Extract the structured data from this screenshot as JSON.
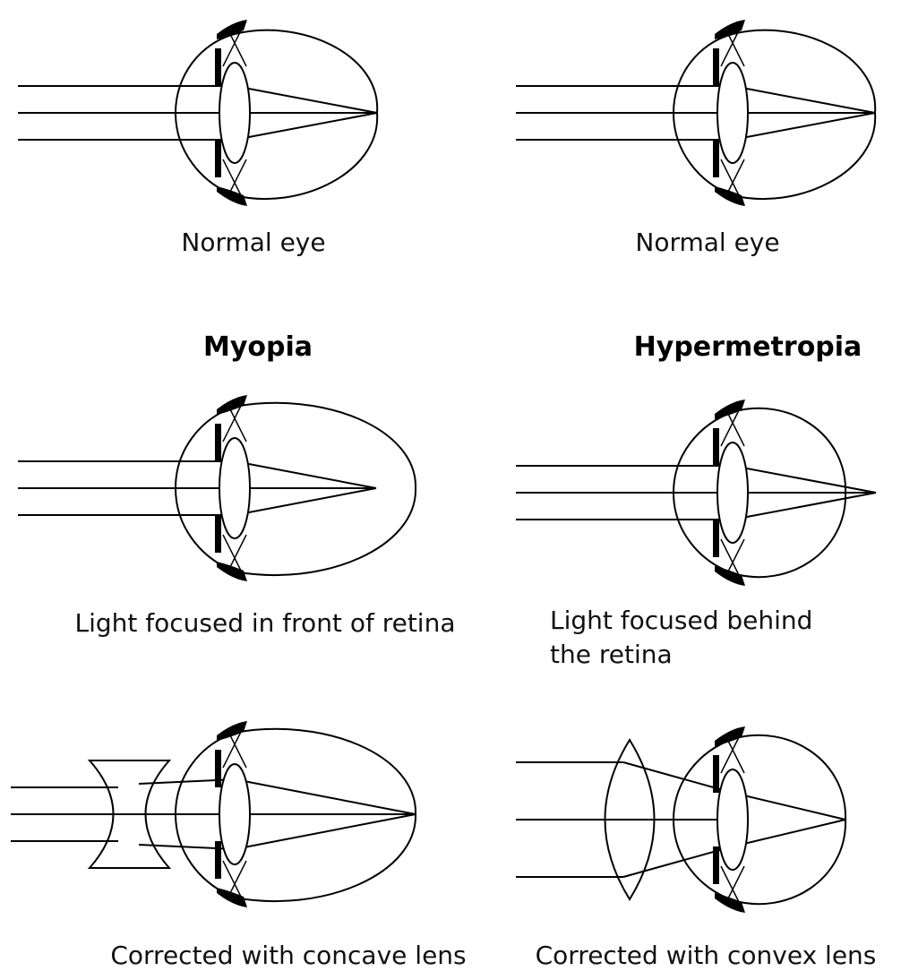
{
  "headings": {
    "left": "Myopia",
    "right": "Hypermetropia"
  },
  "captions": {
    "normal_left": "Normal eye",
    "normal_right": "Normal eye",
    "myopia_line1": "Light focused in front of retina",
    "hyper_line1": "Light focused behind",
    "hyper_line2": "the retina",
    "concave": "Corrected with concave lens",
    "convex": "Corrected with convex lens"
  },
  "colors": {
    "ink": "#000000",
    "background": "#ffffff"
  }
}
